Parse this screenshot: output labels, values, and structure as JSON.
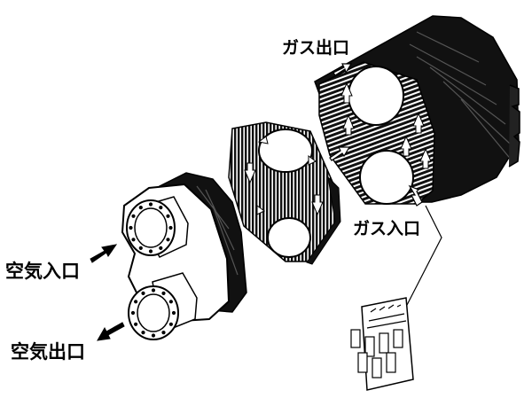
{
  "labels": {
    "gas_outlet": "ガス出口",
    "gas_inlet": "ガス入口",
    "air_inlet": "空気入口",
    "air_outlet": "空気出口"
  },
  "colors": {
    "ink": "#000000",
    "paper": "#ffffff",
    "shade": "#1a1a1a"
  }
}
